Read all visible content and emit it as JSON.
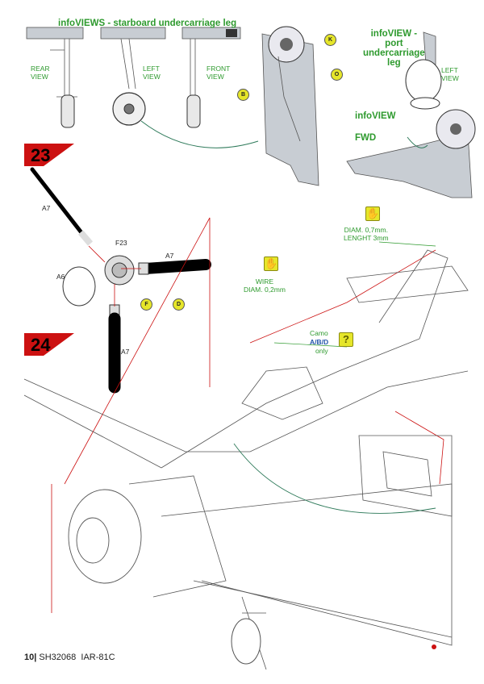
{
  "infoviews_title": "infoVIEWS - starboard undercarriage leg",
  "view_rear": "REAR\nVIEW",
  "view_left": "LEFT\nVIEW",
  "view_front": "FRONT\nVIEW",
  "port_title": "infoVIEW -\nport\nundercarriage\nleg",
  "port_left_view": "LEFT\nVIEW",
  "infoview_label": "infoVIEW",
  "fwd_label": "FWD",
  "callouts": {
    "k": "K",
    "o": "O",
    "b": "B",
    "f": "F",
    "d": "D"
  },
  "step23": "23",
  "step24": "24",
  "parts": {
    "a7_top": "A7",
    "f23": "F23",
    "a7_right": "A7",
    "a6": "A6",
    "a7_bottom": "A7"
  },
  "diam_note": "DIAM. 0,7mm.\nLENGHT 3mm",
  "wire_note": "WIRE\nDIAM. 0,2mm",
  "camo_note_1": "Camo",
  "camo_note_2": "A/B/D",
  "camo_note_3": "only",
  "question_mark": "?",
  "footer": {
    "page": "10|",
    "code": "SH32068",
    "model": "IAR-81C"
  },
  "colors": {
    "green": "#2e9a2e",
    "red": "#cc1111",
    "yellow": "#e6e62a",
    "grey": "#c8cdd3"
  }
}
